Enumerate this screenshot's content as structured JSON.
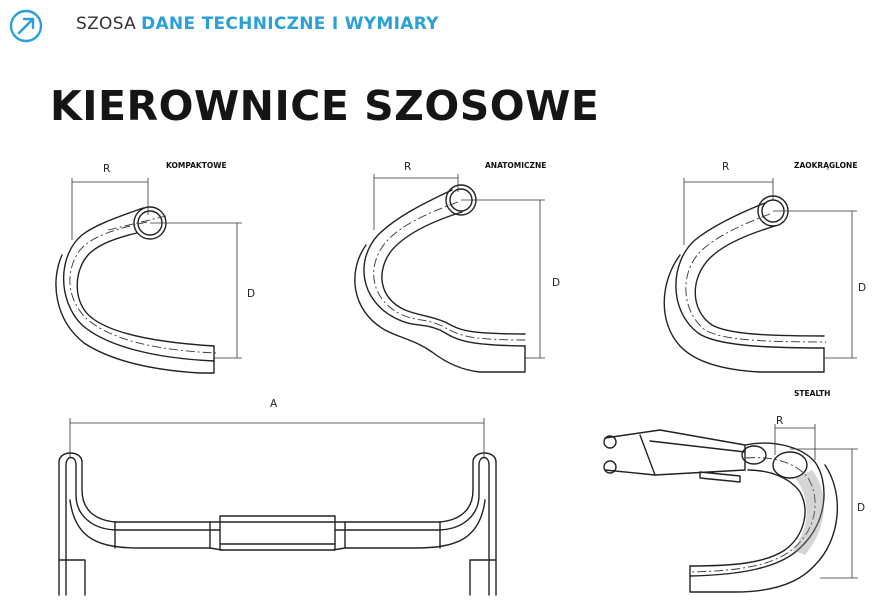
{
  "header": {
    "logo_icon": "circle-arrow-logo-icon",
    "category": "SZOSA",
    "section": "DANE TECHNICZNE I WYMIARY",
    "accent_color": "#2a9fd8"
  },
  "title": "KIEROWNICE SZOSOWE",
  "diagrams": {
    "compact": {
      "caption": "KOMPAKTOWE",
      "reach_label": "R",
      "drop_label": "D"
    },
    "anatomic": {
      "caption": "ANATOMICZNE",
      "reach_label": "R",
      "drop_label": "D"
    },
    "round": {
      "caption": "ZAOKRĄGLONE",
      "reach_label": "R",
      "drop_label": "D"
    },
    "front": {
      "width_label": "A"
    },
    "stealth": {
      "caption": "STEALTH",
      "reach_label": "R",
      "drop_label": "D"
    }
  }
}
